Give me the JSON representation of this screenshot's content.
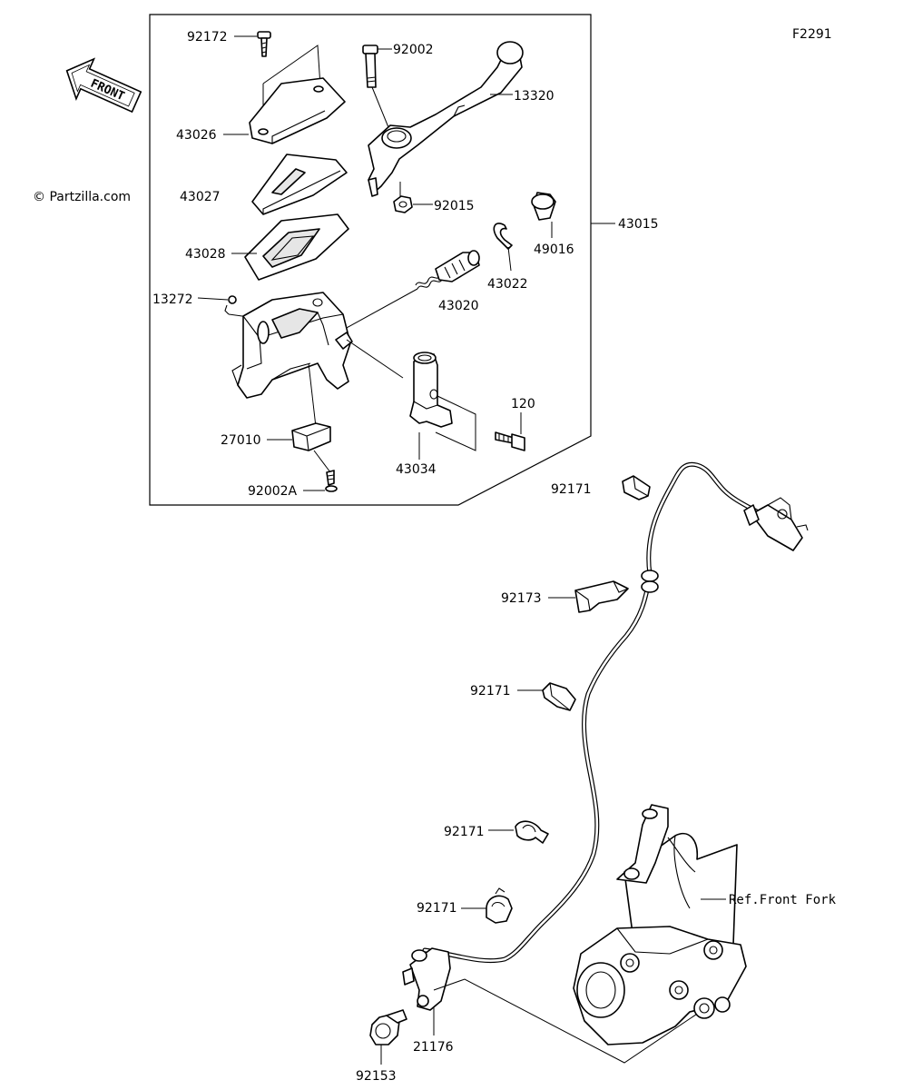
{
  "figure_code": "F2291",
  "watermark": "© Partzilla.com",
  "front_arrow": "FRONT",
  "ref_label": "Ref.Front Fork",
  "parts": {
    "p92172": "92172",
    "p92002": "92002",
    "p13320": "13320",
    "p43026": "43026",
    "p43027": "43027",
    "p92015": "92015",
    "p43015": "43015",
    "p43028": "43028",
    "p49016": "49016",
    "p43022": "43022",
    "p13272": "13272",
    "p43020": "43020",
    "p120": "120",
    "p27010": "27010",
    "p43034": "43034",
    "p92002A": "92002A",
    "p92171_a": "92171",
    "p92173": "92173",
    "p92171_b": "92171",
    "p92171_c": "92171",
    "p92171_d": "92171",
    "p21176": "21176",
    "p92153": "92153"
  }
}
